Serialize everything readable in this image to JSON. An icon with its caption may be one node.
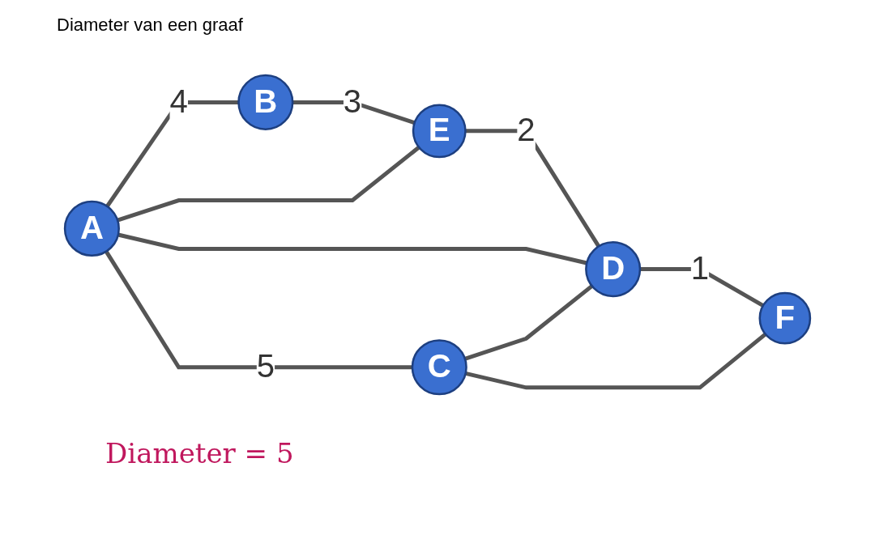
{
  "diagram": {
    "title": "Diameter van een graaf",
    "nodes": [
      {
        "text": [
          "A"
        ]
      },
      {
        "text": [
          "B"
        ]
      },
      {
        "text": [
          "E"
        ]
      },
      {
        "text": [
          "D"
        ]
      },
      {
        "text": [
          "C"
        ]
      },
      {
        "text": [
          "F"
        ]
      }
    ],
    "edges": [
      {
        "from": 0,
        "to": 1,
        "arrow": "none",
        "label": "4"
      },
      {
        "from": 1,
        "to": 2,
        "arrow": "none",
        "label": "3"
      },
      {
        "from": 0,
        "to": 2,
        "arrow": "none"
      },
      {
        "from": 2,
        "to": 3,
        "arrow": "none",
        "label": "2"
      },
      {
        "from": 0,
        "to": 3,
        "arrow": "none"
      },
      {
        "from": 0,
        "to": 4,
        "arrow": "none",
        "label": "5"
      },
      {
        "from": 4,
        "to": 3,
        "arrow": "none"
      },
      {
        "from": 4,
        "to": 5,
        "arrow": "none"
      },
      {
        "from": 3,
        "to": 5,
        "arrow": "none",
        "label": "1"
      }
    ],
    "labels": [
      "Diameter = 5"
    ]
  }
}
